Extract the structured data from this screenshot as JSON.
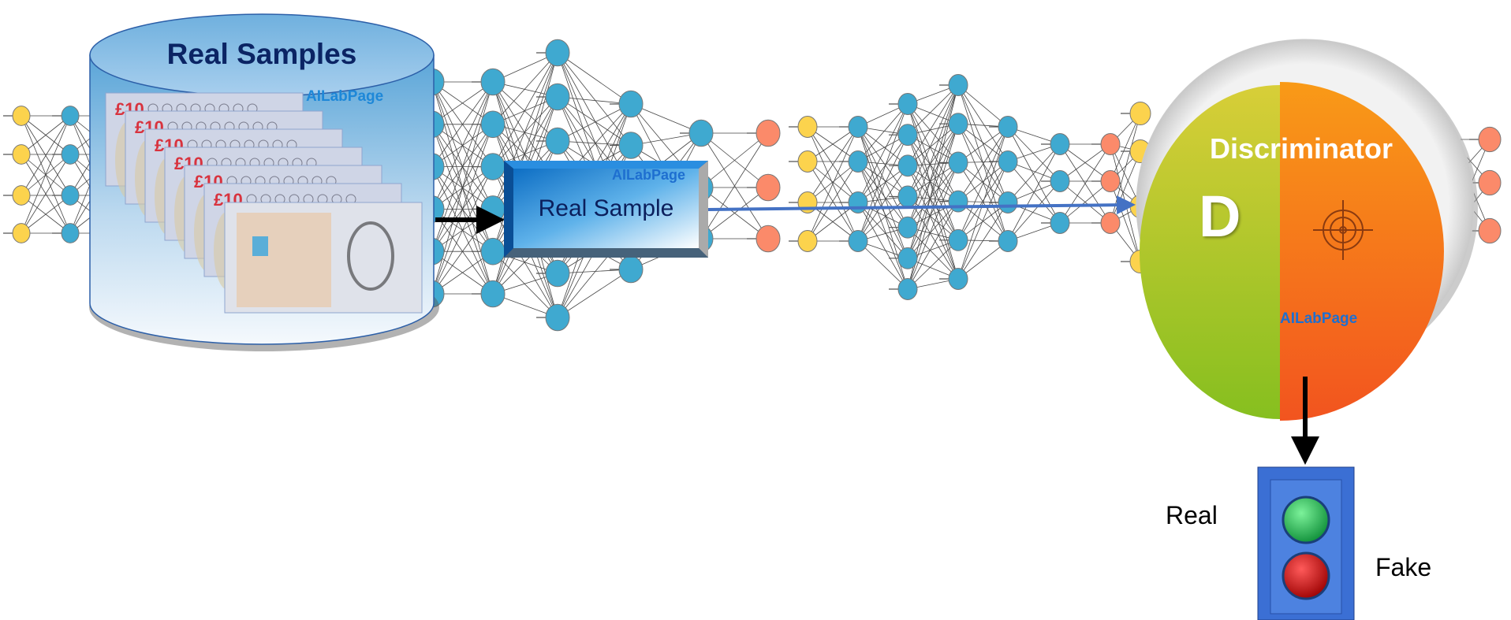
{
  "database": {
    "title": "Real Samples",
    "watermark": "AILabPage",
    "note_label": "£10"
  },
  "sample_box": {
    "title": "Real Sample",
    "watermark": "AILabPage"
  },
  "discriminator": {
    "title": "Discriminator",
    "letter": "D",
    "watermark": "AILabPage"
  },
  "output": {
    "real_label": "Real",
    "fake_label": "Fake"
  },
  "colors": {
    "input_node": "#fcd34d",
    "hidden_node": "#3fa9d0",
    "output_node": "#fb8a6a",
    "arrow_blue": "#4472c4",
    "real_light": "#1fb84a",
    "fake_light": "#c40000"
  }
}
